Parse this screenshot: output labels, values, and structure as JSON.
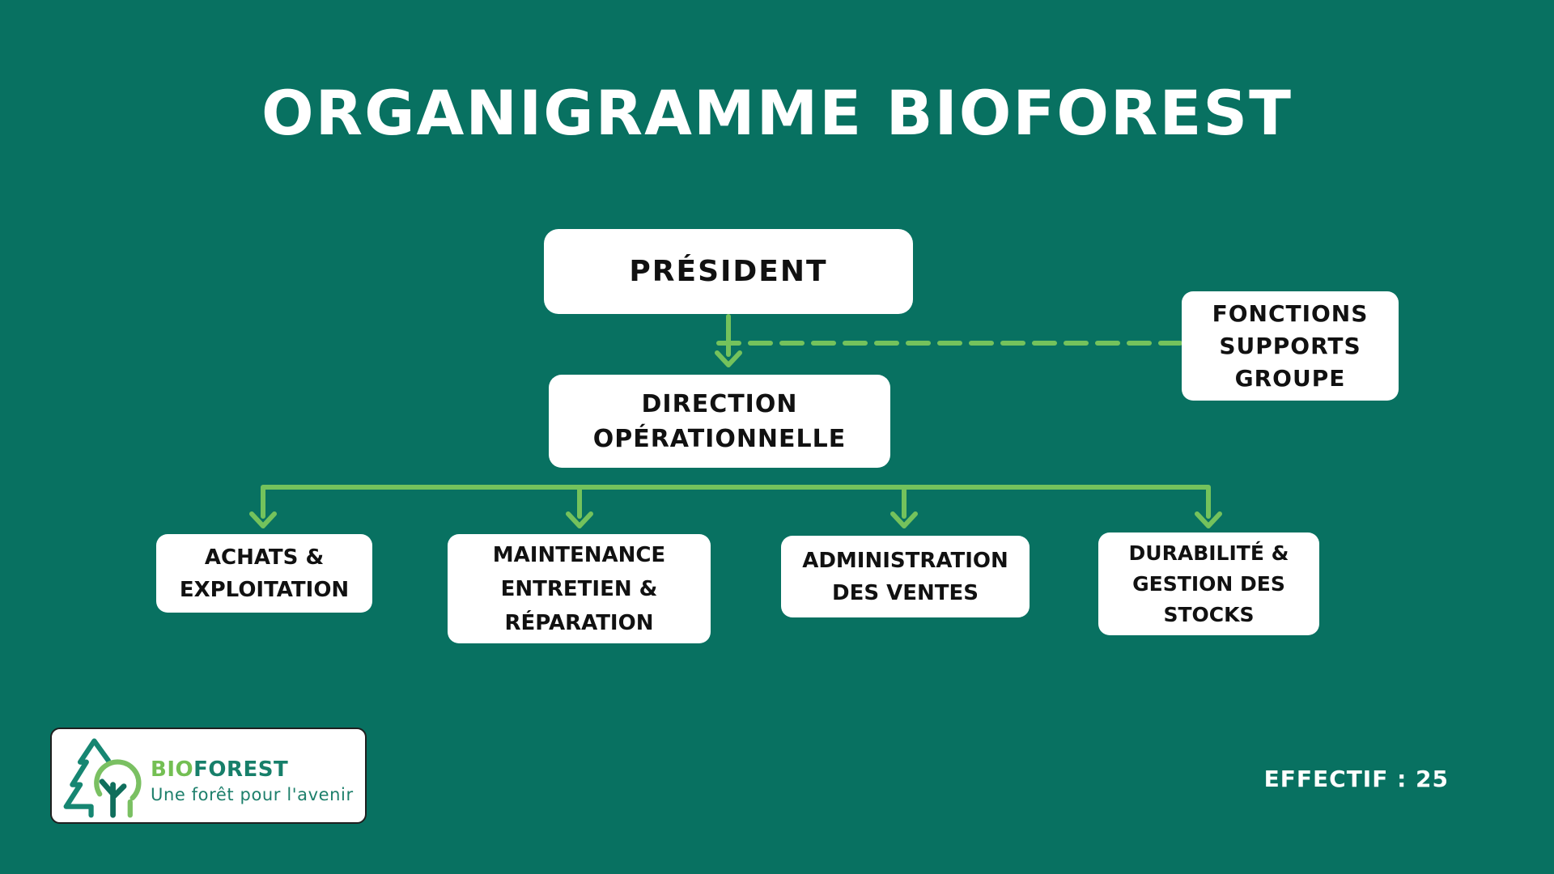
{
  "page": {
    "title": "ORGANIGRAMME BIOFOREST",
    "background_color": "#087161",
    "connector_color": "#74c25c",
    "node_background": "#ffffff",
    "node_text_color": "#111111"
  },
  "org_chart": {
    "president": {
      "label": "PRÉSIDENT"
    },
    "supports": {
      "label": "FONCTIONS\nSUPPORTS\nGROUPE"
    },
    "direction": {
      "label": "DIRECTION\nOPÉRATIONNELLE"
    },
    "departments": [
      {
        "label": "ACHATS &\nEXPLOITATION"
      },
      {
        "label": "MAINTENANCE\nENTRETIEN &\nRÉPARATION"
      },
      {
        "label": "ADMINISTRATION\nDES VENTES"
      },
      {
        "label": "DURABILITÉ &\nGESTION DES\nSTOCKS"
      }
    ]
  },
  "footer": {
    "headcount": "EFFECTIF : 25",
    "logo": {
      "brand_bio": "BIO",
      "brand_forest": "FOREST",
      "tagline": "Une forêt pour l'avenir",
      "bio_color": "#74bf53",
      "forest_color": "#177f6a"
    }
  }
}
